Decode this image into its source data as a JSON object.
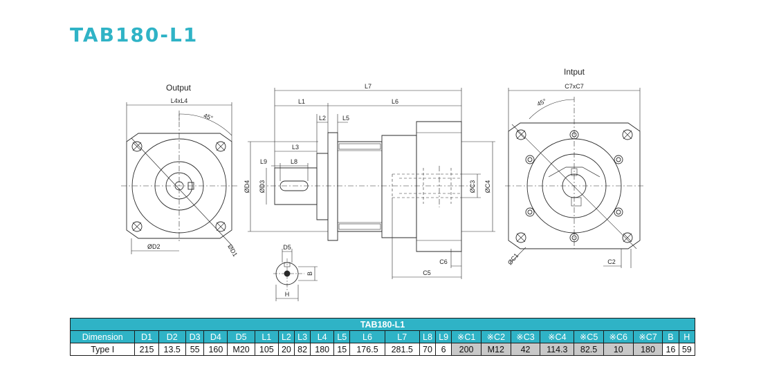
{
  "title": "TAB180-L1",
  "views": {
    "output_label": "Output",
    "input_label": "Intput",
    "labels": {
      "l4xl4": "L4xL4",
      "angle_out": "45°",
      "d1": "ØD1",
      "d2": "ØD2",
      "l7": "L7",
      "l1": "L1",
      "l6": "L6",
      "l2": "L2",
      "l5": "L5",
      "l3": "L3",
      "l9": "L9",
      "l8": "L8",
      "d4": "ØD4",
      "d3": "ØD3",
      "c3": "ØC3",
      "c4": "ØC4",
      "c6": "C6",
      "c5": "C5",
      "d5": "D5",
      "b": "B",
      "h": "H",
      "c7xc7": "C7xC7",
      "angle_in": "45°",
      "c1": "ØC1",
      "c2": "C2"
    }
  },
  "table": {
    "header": "TAB180-L1",
    "columns": [
      "Dimension",
      "D1",
      "D2",
      "D3",
      "D4",
      "D5",
      "L1",
      "L2",
      "L3",
      "L4",
      "L5",
      "L6",
      "L7",
      "L8",
      "L9",
      "※C1",
      "※C2",
      "※C3",
      "※C4",
      "※C5",
      "※C6",
      "※C7",
      "B",
      "H"
    ],
    "rows": [
      [
        "Type I",
        "215",
        "13.5",
        "55",
        "160",
        "M20",
        "105",
        "20",
        "82",
        "180",
        "15",
        "176.5",
        "281.5",
        "70",
        "6",
        "200",
        "M12",
        "42",
        "114.3",
        "82.5",
        "10",
        "180",
        "16",
        "59"
      ]
    ],
    "grey_columns": [
      "※C1",
      "※C2",
      "※C3",
      "※C4",
      "※C5",
      "※C6",
      "※C7"
    ]
  }
}
